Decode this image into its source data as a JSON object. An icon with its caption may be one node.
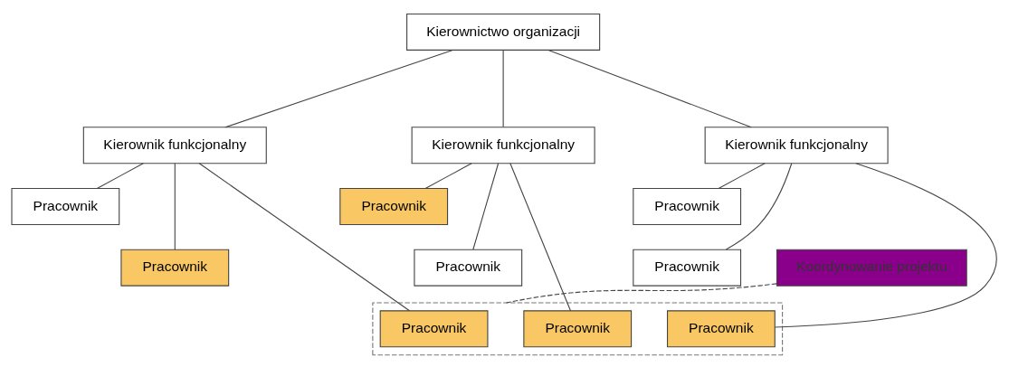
{
  "diagram": {
    "nodes": [
      {
        "text": [
          "Kierownictwo organizacji"
        ]
      },
      {
        "text": [
          "Kierownik funkcjonalny"
        ]
      },
      {
        "text": [
          "Kierownik funkcjonalny"
        ]
      },
      {
        "text": [
          "Kierownik funkcjonalny"
        ]
      },
      {
        "text": [
          "Pracownik"
        ]
      },
      {
        "text": [
          "Pracownik"
        ]
      },
      {
        "text": [
          "Pracownik"
        ]
      },
      {
        "text": [
          "Pracownik"
        ]
      },
      {
        "text": [
          "Pracownik"
        ]
      },
      {
        "text": [
          "Pracownik"
        ]
      },
      {
        "text": [
          "Koordynowanie projektu"
        ]
      },
      {
        "text": [],
        "shape": "box"
      },
      {
        "text": [
          "Pracownik"
        ],
        "in": 11
      },
      {
        "text": [
          "Pracownik"
        ],
        "in": 11
      },
      {
        "text": [
          "Pracownik"
        ],
        "in": 11
      }
    ],
    "edges": [
      {
        "from": 0,
        "to": 1,
        "arrow": "none"
      },
      {
        "from": 0,
        "to": 2,
        "arrow": "none"
      },
      {
        "from": 0,
        "to": 3,
        "arrow": "none"
      },
      {
        "from": 1,
        "to": 4,
        "arrow": "none"
      },
      {
        "from": 1,
        "to": 5,
        "arrow": "none"
      },
      {
        "from": 1,
        "to": 12,
        "arrow": "none"
      },
      {
        "from": 2,
        "to": 6,
        "arrow": "none"
      },
      {
        "from": 2,
        "to": 7,
        "arrow": "none"
      },
      {
        "from": 2,
        "to": 13,
        "arrow": "none"
      },
      {
        "from": 3,
        "to": 8,
        "arrow": "none"
      },
      {
        "from": 3,
        "to": 9,
        "arrow": "none"
      },
      {
        "from": 3,
        "to": 14,
        "arrow": "none"
      },
      {
        "from": 10,
        "to": 11,
        "arrow": "none",
        "style": "dashed"
      }
    ]
  }
}
